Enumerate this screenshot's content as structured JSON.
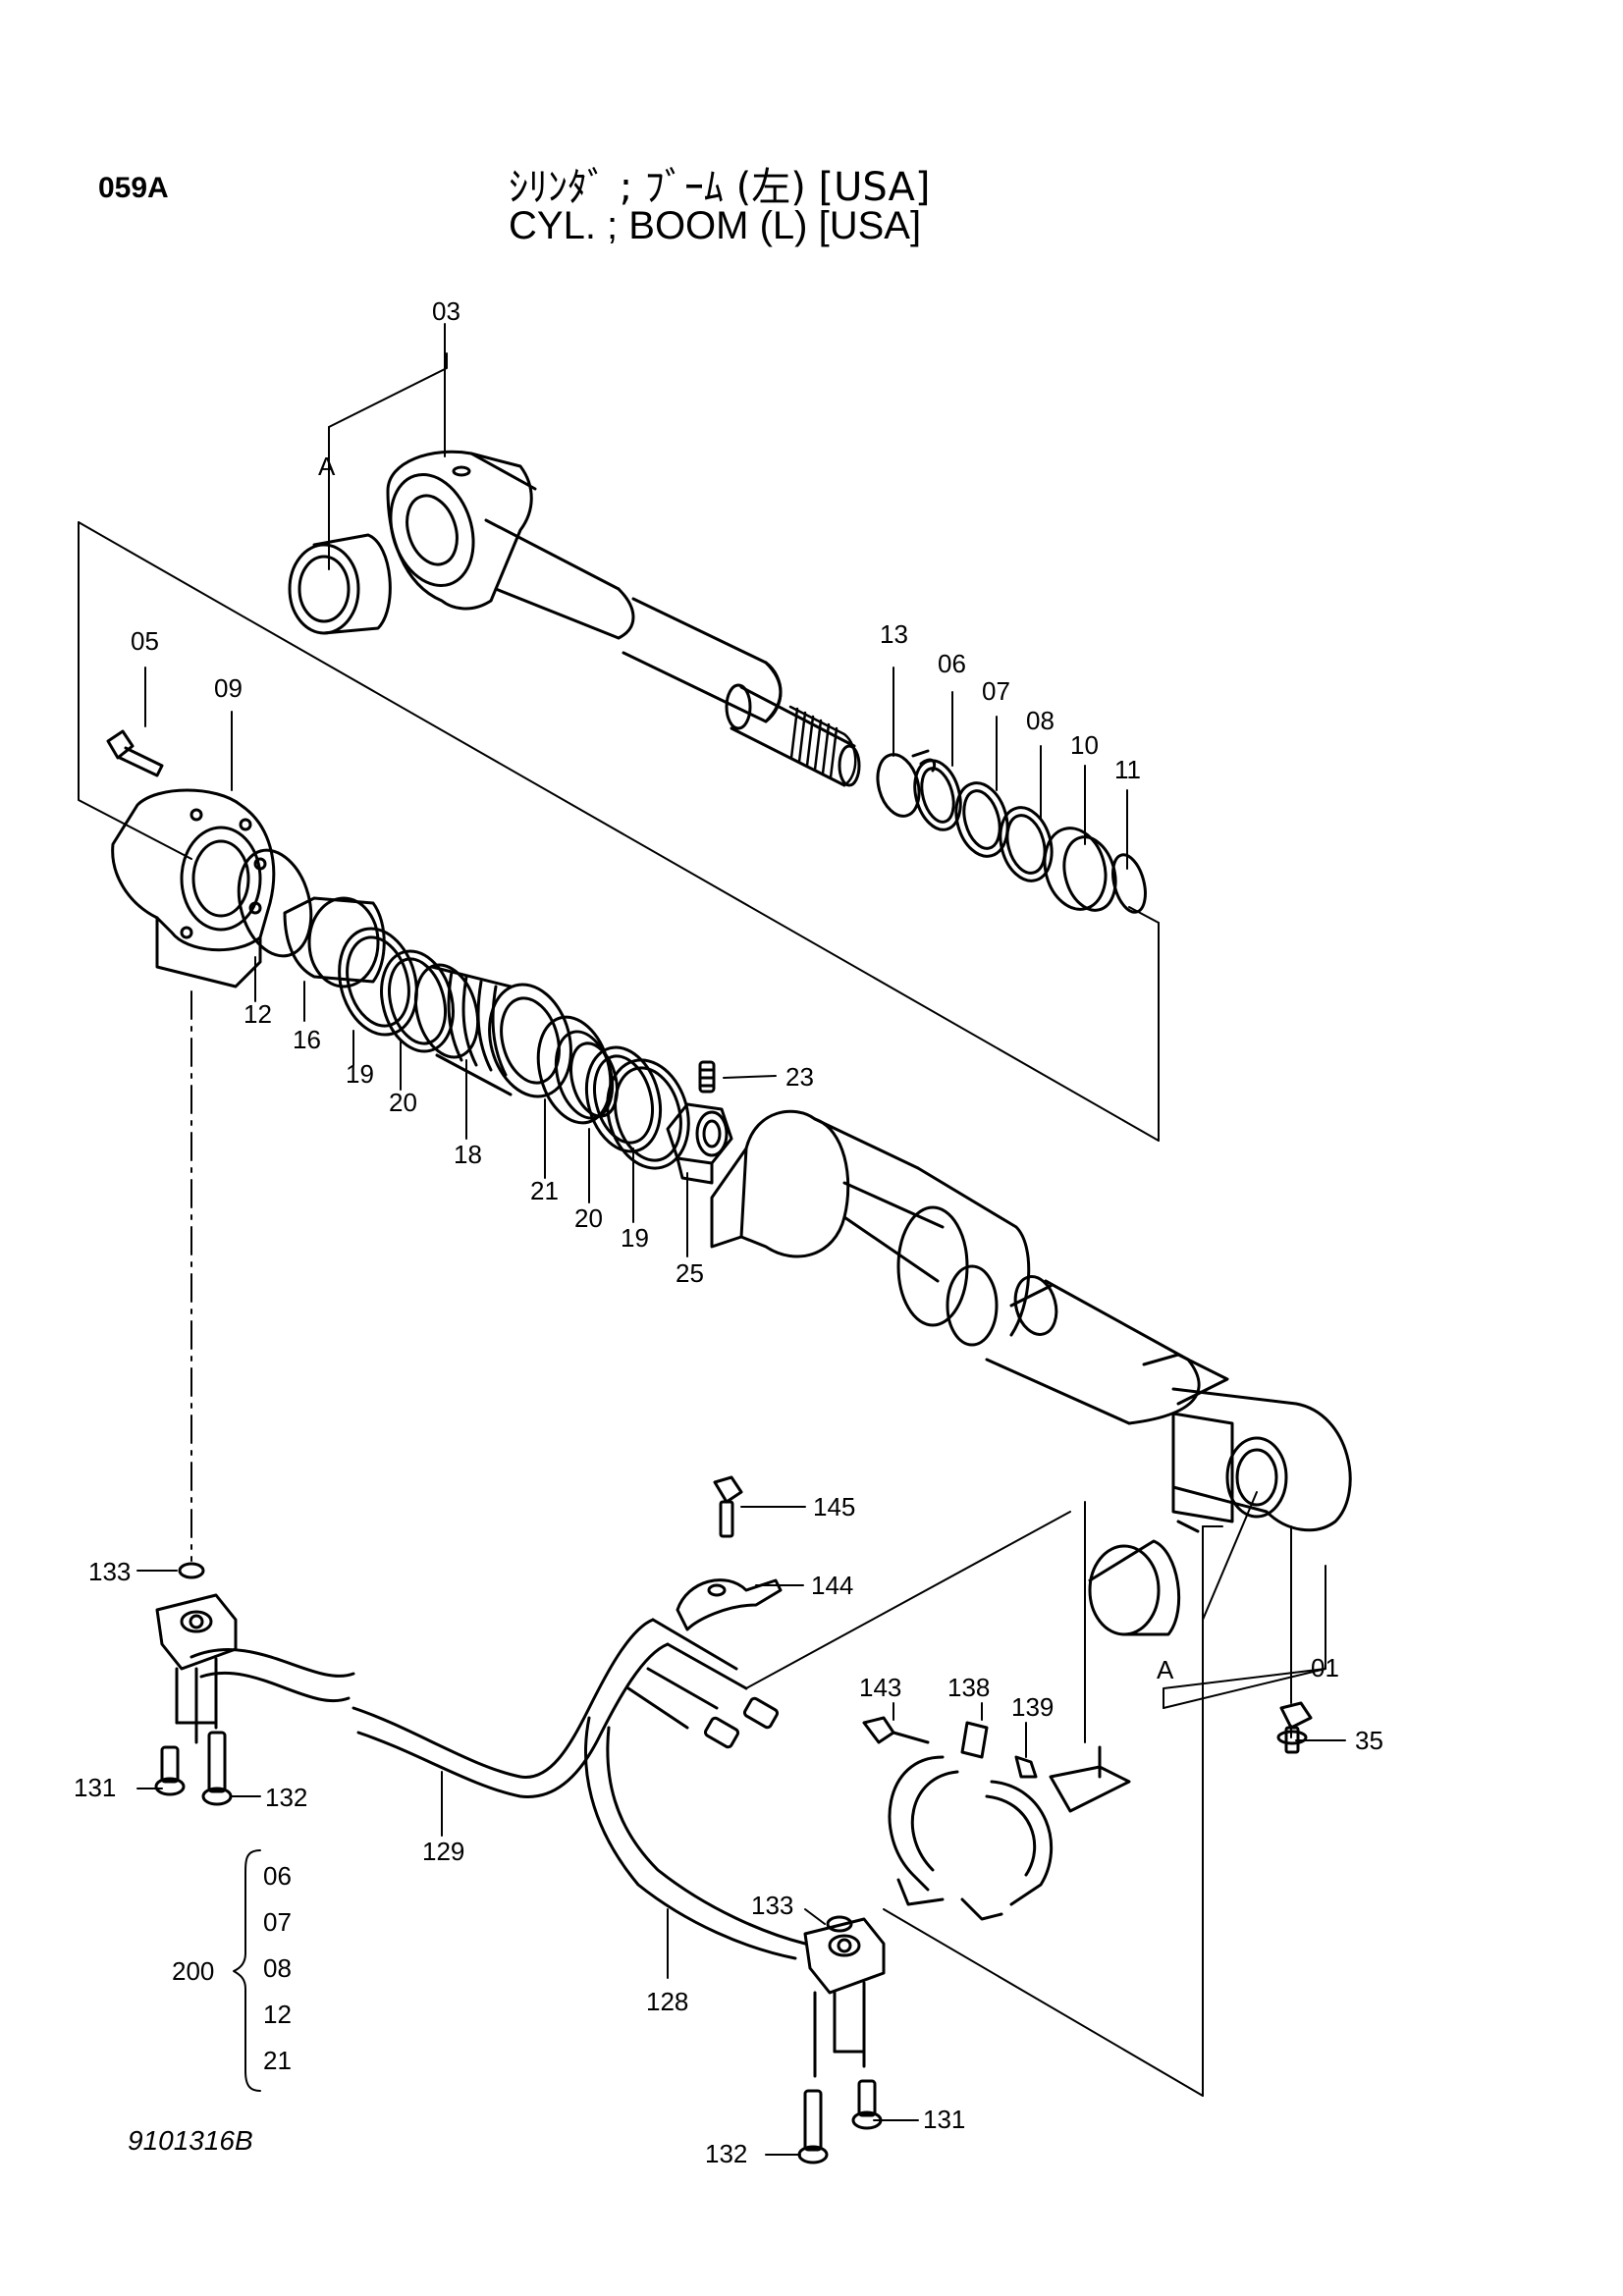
{
  "header": {
    "page_code": "059A",
    "title_jp": "ｼﾘﾝﾀﾞ ; ﾌﾞｰﾑ (左) [USA]",
    "title_en": "CYL. ; BOOM (L) [USA]"
  },
  "footer": {
    "drawing_number": "9101316B"
  },
  "callouts": [
    {
      "id": "c03",
      "label": "03"
    },
    {
      "id": "cA1",
      "label": "A"
    },
    {
      "id": "c05",
      "label": "05"
    },
    {
      "id": "c09",
      "label": "09"
    },
    {
      "id": "c13",
      "label": "13"
    },
    {
      "id": "c06",
      "label": "06"
    },
    {
      "id": "c07",
      "label": "07"
    },
    {
      "id": "c08",
      "label": "08"
    },
    {
      "id": "c10",
      "label": "10"
    },
    {
      "id": "c11",
      "label": "11"
    },
    {
      "id": "c12",
      "label": "12"
    },
    {
      "id": "c16",
      "label": "16"
    },
    {
      "id": "c19a",
      "label": "19"
    },
    {
      "id": "c20a",
      "label": "20"
    },
    {
      "id": "c18",
      "label": "18"
    },
    {
      "id": "c21",
      "label": "21"
    },
    {
      "id": "c20b",
      "label": "20"
    },
    {
      "id": "c19b",
      "label": "19"
    },
    {
      "id": "c25",
      "label": "25"
    },
    {
      "id": "c23",
      "label": "23"
    },
    {
      "id": "c145",
      "label": "145"
    },
    {
      "id": "c144",
      "label": "144"
    },
    {
      "id": "c133a",
      "label": "133"
    },
    {
      "id": "c143",
      "label": "143"
    },
    {
      "id": "c138",
      "label": "138"
    },
    {
      "id": "c139",
      "label": "139"
    },
    {
      "id": "cA2",
      "label": "A"
    },
    {
      "id": "c01",
      "label": "01"
    },
    {
      "id": "c35",
      "label": "35"
    },
    {
      "id": "c131a",
      "label": "131"
    },
    {
      "id": "c132a",
      "label": "132"
    },
    {
      "id": "c129",
      "label": "129"
    },
    {
      "id": "c133b",
      "label": "133"
    },
    {
      "id": "c128",
      "label": "128"
    },
    {
      "id": "c132b",
      "label": "132"
    },
    {
      "id": "c131b",
      "label": "131"
    }
  ],
  "kit": {
    "number": "200",
    "items": [
      "06",
      "07",
      "08",
      "12",
      "21"
    ]
  }
}
